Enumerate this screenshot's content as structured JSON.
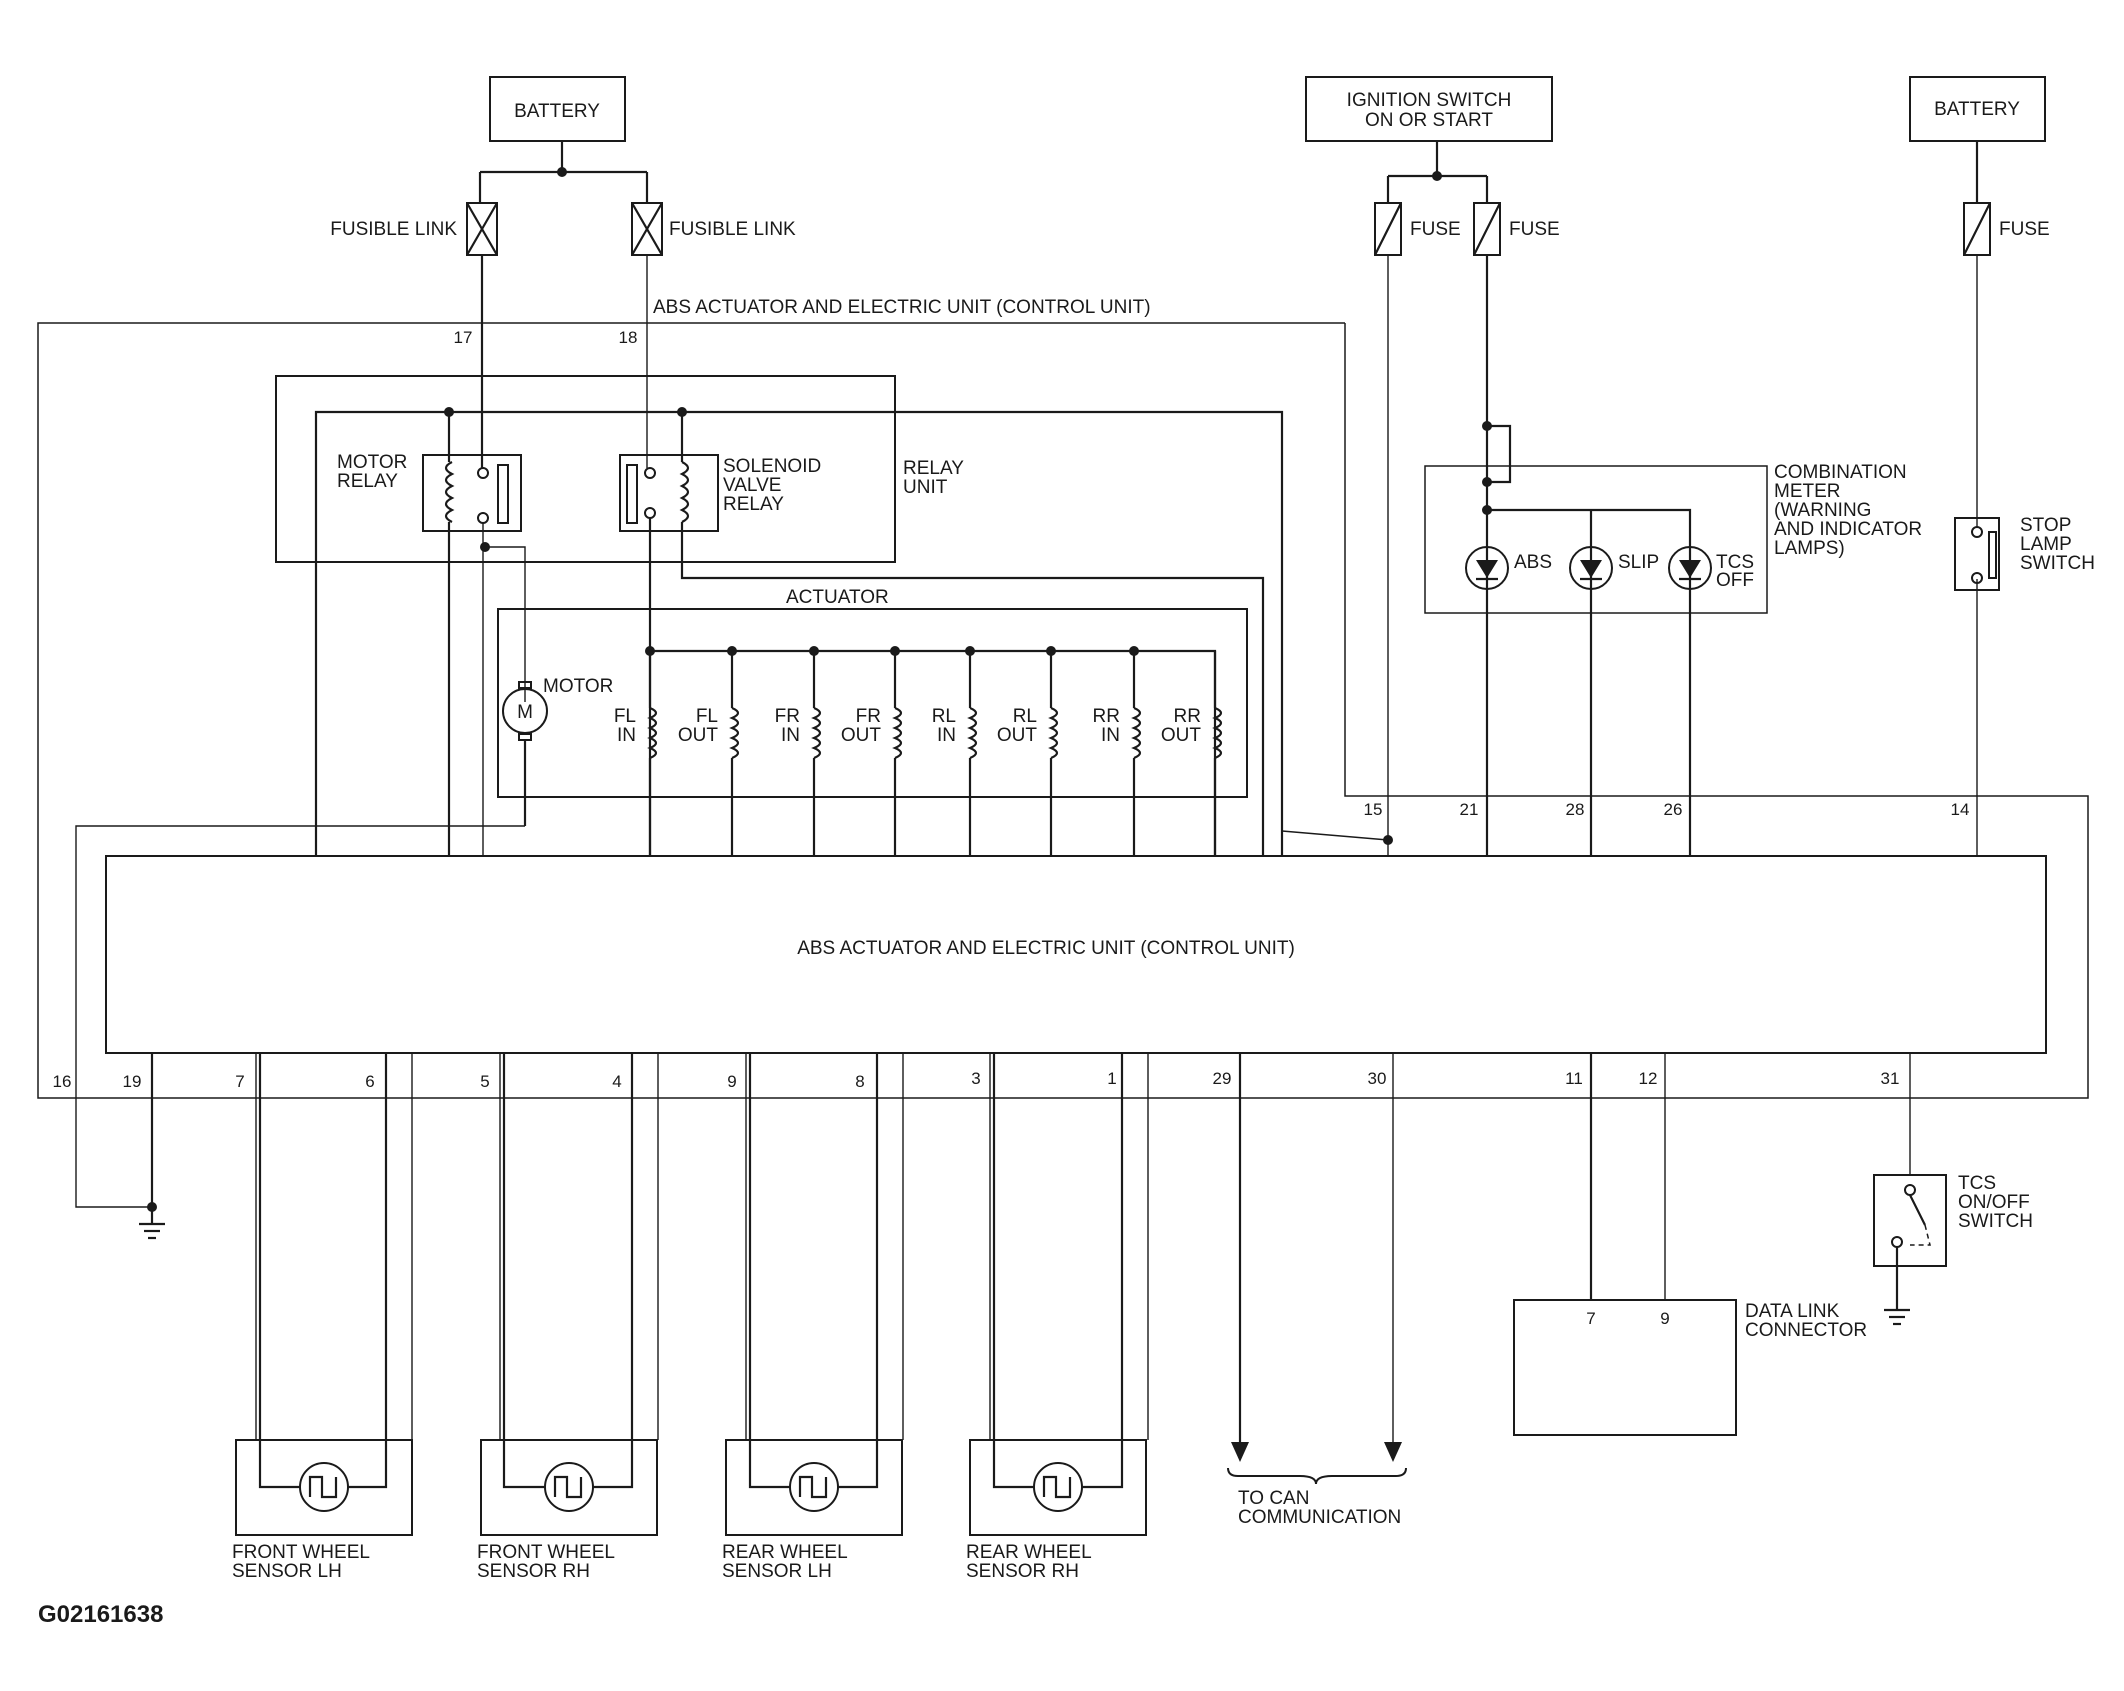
{
  "power": {
    "battery_left": "BATTERY",
    "battery_right": "BATTERY",
    "ignition_line1": "IGNITION SWITCH",
    "ignition_line2": "ON OR START",
    "fusible_link_1": "FUSIBLE LINK",
    "fusible_link_2": "FUSIBLE LINK",
    "fuse_1": "FUSE",
    "fuse_2": "FUSE",
    "fuse_3": "FUSE"
  },
  "abs_unit": {
    "outer_label": "ABS ACTUATOR AND ELECTRIC UNIT (CONTROL UNIT)",
    "main_label": "ABS ACTUATOR AND ELECTRIC UNIT (CONTROL UNIT)"
  },
  "relay_unit": {
    "label_line1": "RELAY",
    "label_line2": "UNIT",
    "motor_relay_line1": "MOTOR",
    "motor_relay_line2": "RELAY",
    "solenoid_line1": "SOLENOID",
    "solenoid_line2": "VALVE",
    "solenoid_line3": "RELAY"
  },
  "actuator": {
    "label": "ACTUATOR",
    "motor_label": "MOTOR",
    "motor_symbol": "M",
    "valves": [
      {
        "top": "FL",
        "bottom": "IN"
      },
      {
        "top": "FL",
        "bottom": "OUT"
      },
      {
        "top": "FR",
        "bottom": "IN"
      },
      {
        "top": "FR",
        "bottom": "OUT"
      },
      {
        "top": "RL",
        "bottom": "IN"
      },
      {
        "top": "RL",
        "bottom": "OUT"
      },
      {
        "top": "RR",
        "bottom": "IN"
      },
      {
        "top": "RR",
        "bottom": "OUT"
      }
    ]
  },
  "combination_meter": {
    "label_line1": "COMBINATION",
    "label_line2": "METER",
    "label_line3": "(WARNING",
    "label_line4": "AND INDICATOR",
    "label_line5": "LAMPS)",
    "lamp_abs": "ABS",
    "lamp_slip": "SLIP",
    "lamp_tcs_line1": "TCS",
    "lamp_tcs_line2": "OFF"
  },
  "stop_lamp": {
    "line1": "STOP",
    "line2": "LAMP",
    "line3": "SWITCH"
  },
  "tcs_switch": {
    "line1": "TCS",
    "line2": "ON/OFF",
    "line3": "SWITCH"
  },
  "data_link": {
    "line1": "DATA LINK",
    "line2": "CONNECTOR",
    "pin_7": "7",
    "pin_9": "9"
  },
  "top_pins": {
    "p17": "17",
    "p18": "18",
    "p15": "15",
    "p21": "21",
    "p28": "28",
    "p26": "26",
    "p14": "14"
  },
  "bottom_pins": {
    "p16": "16",
    "p19": "19",
    "p7": "7",
    "p6": "6",
    "p5": "5",
    "p4": "4",
    "p9": "9",
    "p8": "8",
    "p3": "3",
    "p1": "1",
    "p29": "29",
    "p30": "30",
    "p11": "11",
    "p12": "12",
    "p31": "31"
  },
  "sensors": [
    {
      "line1": "FRONT WHEEL",
      "line2": "SENSOR LH"
    },
    {
      "line1": "FRONT WHEEL",
      "line2": "SENSOR RH"
    },
    {
      "line1": "REAR WHEEL",
      "line2": "SENSOR LH"
    },
    {
      "line1": "REAR WHEEL",
      "line2": "SENSOR RH"
    }
  ],
  "can": {
    "line1": "TO CAN",
    "line2": "COMMUNICATION"
  },
  "figure_id": "G02161638"
}
